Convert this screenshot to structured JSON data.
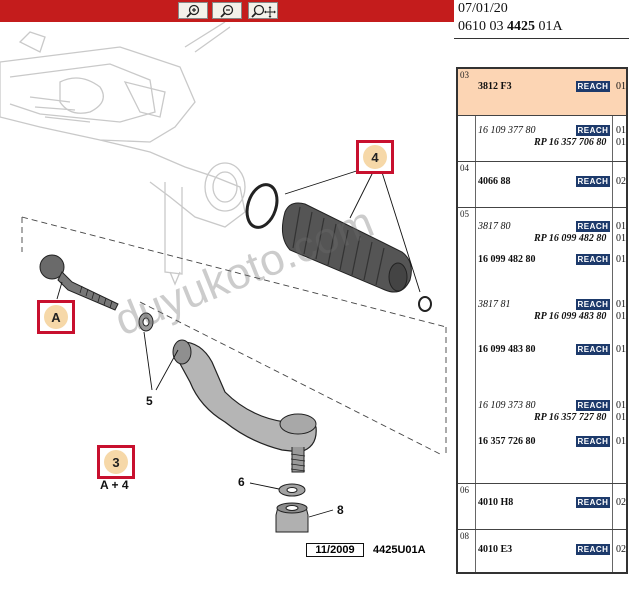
{
  "toolbar": {
    "zoom_in": "zoom-in",
    "zoom_out": "zoom-out",
    "zoom_move": "zoom-pan",
    "color": "#c41c1c"
  },
  "diagram": {
    "callouts": {
      "c4": "4",
      "cA": "A",
      "c3": "3"
    },
    "labels": {
      "five": "5",
      "six": "6",
      "eight": "8",
      "a_plus_4": "A + 4"
    },
    "ref_box": "11/2009",
    "ref_code": "4425U01A",
    "watermark": "duyukoto.com"
  },
  "header": {
    "date": "07/01/20",
    "ref_prefix": "0610 03",
    "ref_bold": "4425",
    "ref_suffix": "01A"
  },
  "badge_text": "REACH",
  "badge_color": "#1d3a6b",
  "highlight_color": "#fcd5b4",
  "rows": {
    "r03": {
      "group": "03",
      "line1": "3812 F3",
      "qty": "01"
    },
    "r03b": {
      "line1": "16 109 377 80",
      "line2": "RP 16 357 706 80",
      "qty1": "01",
      "qty2": "01"
    },
    "r04": {
      "group": "04",
      "line1": "4066 88",
      "qty": "02"
    },
    "r05a": {
      "group": "05",
      "line1": "3817 80",
      "line2": "RP 16 099 482 80",
      "qty1": "01",
      "qty2": "01"
    },
    "r05b": {
      "line1": "16 099 482 80",
      "qty": "01"
    },
    "r05c": {
      "line1": "3817 81",
      "line2": "RP 16 099 483 80",
      "qty1": "01",
      "qty2": "01"
    },
    "r05d": {
      "line1": "16 099 483 80",
      "qty": "01"
    },
    "r05e": {
      "line1": "16 109 373 80",
      "line2": "RP 16 357 727 80",
      "qty1": "01",
      "qty2": "01"
    },
    "r05f": {
      "line1": "16 357 726 80",
      "qty": "01"
    },
    "r06": {
      "group": "06",
      "line1": "4010 H8",
      "qty": "02"
    },
    "r08": {
      "group": "08",
      "line1": "4010 E3",
      "qty": "02"
    }
  }
}
